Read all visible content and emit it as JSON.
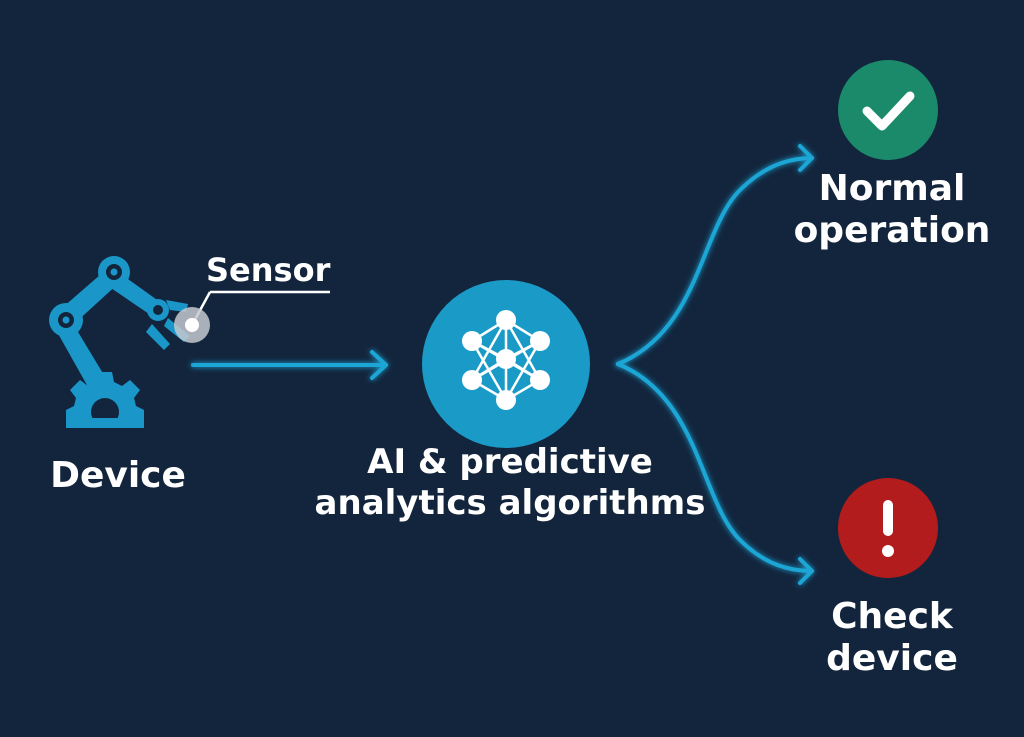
{
  "labels": {
    "device": "Device",
    "sensor": "Sensor",
    "ai": "AI & predictive\nanalytics algorithms",
    "normal": "Normal\noperation",
    "check": "Check\ndevice"
  },
  "icons": {
    "device": "robot-arm-icon",
    "sensor": "sensor-dot-icon",
    "ai": "neural-network-icon",
    "normal": "checkmark-icon",
    "check": "exclamation-icon"
  },
  "colors": {
    "background": "#13253d",
    "accent": "#1a9ac7",
    "robot": "#1b96c9",
    "normal_status": "#1a8a6a",
    "check_status": "#b21c1c",
    "text": "#ffffff"
  }
}
